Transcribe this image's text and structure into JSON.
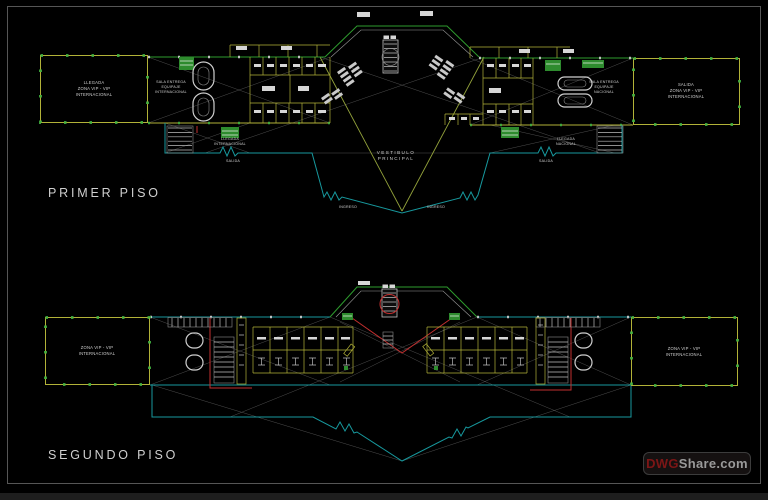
{
  "watermark": {
    "brand_red": "DWG",
    "brand_rest": "Share.com"
  },
  "colors": {
    "background": "#000000",
    "wall_yellow": "#b2b238",
    "wall_green": "#2e9b2e",
    "outline_cyan": "#17999e",
    "void_red": "#c22f2f",
    "construction_gray": "#6f6f6f",
    "furniture_white": "#d6d6d6",
    "hatch_green": "#2e8b2e",
    "label_text": "#cfcfcf",
    "sheet_border": "#565656",
    "watermark_red": "#7d1616",
    "watermark_gray": "#9a9a9a"
  },
  "floor1": {
    "title": "PRIMER PISO",
    "labels": {
      "llegada_vip": [
        "LLEGADA",
        "ZONA VIP - VIP",
        "INTERNACIONAL"
      ],
      "salida_vip": [
        "SALIDA",
        "ZONA VIP - VIP",
        "INTERNACIONAL"
      ],
      "sala_entrega_internacional": [
        "SALA ENTREGA",
        "EQUIPAJE",
        "INTERNACIONAL"
      ],
      "sala_entrega_nacional": [
        "SALA ENTREGA",
        "EQUIPAJE",
        "NACIONAL"
      ],
      "vestibulo_principal": [
        "VESTIBULO",
        "PRINCIPAL"
      ],
      "llegada_internacional": [
        "LLEGADA",
        "INTERNACIONAL"
      ],
      "llegada_nacional": [
        "LLEGADA",
        "NACIONAL"
      ],
      "salida_left": "SALIDA",
      "salida_right": "SALIDA",
      "ingreso_left": "INGRESO",
      "ingreso_right": "INGRESO"
    }
  },
  "floor2": {
    "title": "SEGUNDO PISO",
    "labels": {
      "zona_vip_left": [
        "ZONA VIP - VIP",
        "INTERNACIONAL"
      ],
      "zona_vip_right": [
        "ZONA VIP - VIP",
        "INTERNACIONAL"
      ]
    }
  }
}
